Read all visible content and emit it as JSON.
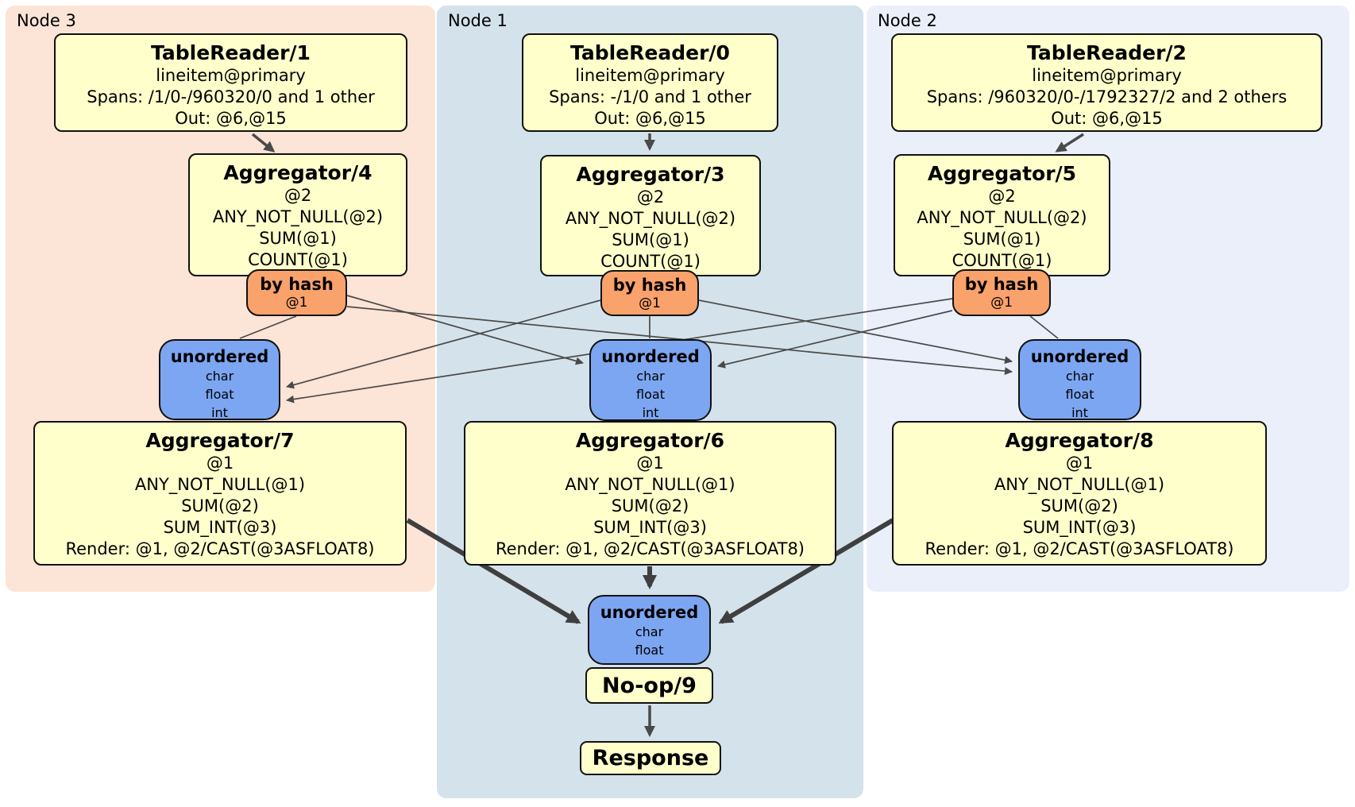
{
  "panels": [
    {
      "label": "Node 3"
    },
    {
      "label": "Node 1"
    },
    {
      "label": "Node 2"
    }
  ],
  "boxes": {
    "tr1": {
      "title": "TableReader/1",
      "lines": [
        "lineitem@primary",
        "Spans: /1/0-/960320/0 and 1 other",
        "Out: @6,@15"
      ]
    },
    "agg4": {
      "title": "Aggregator/4",
      "lines": [
        "@2",
        "ANY_NOT_NULL(@2)",
        "SUM(@1)",
        "COUNT(@1)"
      ]
    },
    "hash3": {
      "title": "by hash",
      "lines": [
        "@1"
      ]
    },
    "sync3": {
      "title": "unordered",
      "lines": [
        "char",
        "float",
        "int"
      ]
    },
    "agg7": {
      "title": "Aggregator/7",
      "lines": [
        "@1",
        "ANY_NOT_NULL(@1)",
        "SUM(@2)",
        "SUM_INT(@3)",
        "Render: @1, @2/CAST(@3ASFLOAT8)"
      ]
    },
    "tr0": {
      "title": "TableReader/0",
      "lines": [
        "lineitem@primary",
        "Spans: -/1/0 and 1 other",
        "Out: @6,@15"
      ]
    },
    "agg3": {
      "title": "Aggregator/3",
      "lines": [
        "@2",
        "ANY_NOT_NULL(@2)",
        "SUM(@1)",
        "COUNT(@1)"
      ]
    },
    "hash1": {
      "title": "by hash",
      "lines": [
        "@1"
      ]
    },
    "sync1": {
      "title": "unordered",
      "lines": [
        "char",
        "float",
        "int"
      ]
    },
    "agg6": {
      "title": "Aggregator/6",
      "lines": [
        "@1",
        "ANY_NOT_NULL(@1)",
        "SUM(@2)",
        "SUM_INT(@3)",
        "Render: @1, @2/CAST(@3ASFLOAT8)"
      ]
    },
    "tr2": {
      "title": "TableReader/2",
      "lines": [
        "lineitem@primary",
        "Spans: /960320/0-/1792327/2 and 2 others",
        "Out: @6,@15"
      ]
    },
    "agg5": {
      "title": "Aggregator/5",
      "lines": [
        "@2",
        "ANY_NOT_NULL(@2)",
        "SUM(@1)",
        "COUNT(@1)"
      ]
    },
    "hash2": {
      "title": "by hash",
      "lines": [
        "@1"
      ]
    },
    "sync2": {
      "title": "unordered",
      "lines": [
        "char",
        "float",
        "int"
      ]
    },
    "agg8": {
      "title": "Aggregator/8",
      "lines": [
        "@1",
        "ANY_NOT_NULL(@1)",
        "SUM(@2)",
        "SUM_INT(@3)",
        "Render: @1, @2/CAST(@3ASFLOAT8)"
      ]
    },
    "sync_final": {
      "title": "unordered",
      "lines": [
        "char",
        "float"
      ]
    },
    "noop": {
      "title": "No-op/9"
    },
    "response": {
      "title": "Response"
    }
  },
  "colors": {
    "node3_panel": "#fce4d6",
    "node1_panel": "#d4e2eb",
    "node2_panel": "#eaeffa",
    "processor_fill": "#ffffcc",
    "router_fill": "#f9a26b",
    "sync_fill": "#7ca6f2",
    "edge": "#444444",
    "border": "#111111"
  }
}
